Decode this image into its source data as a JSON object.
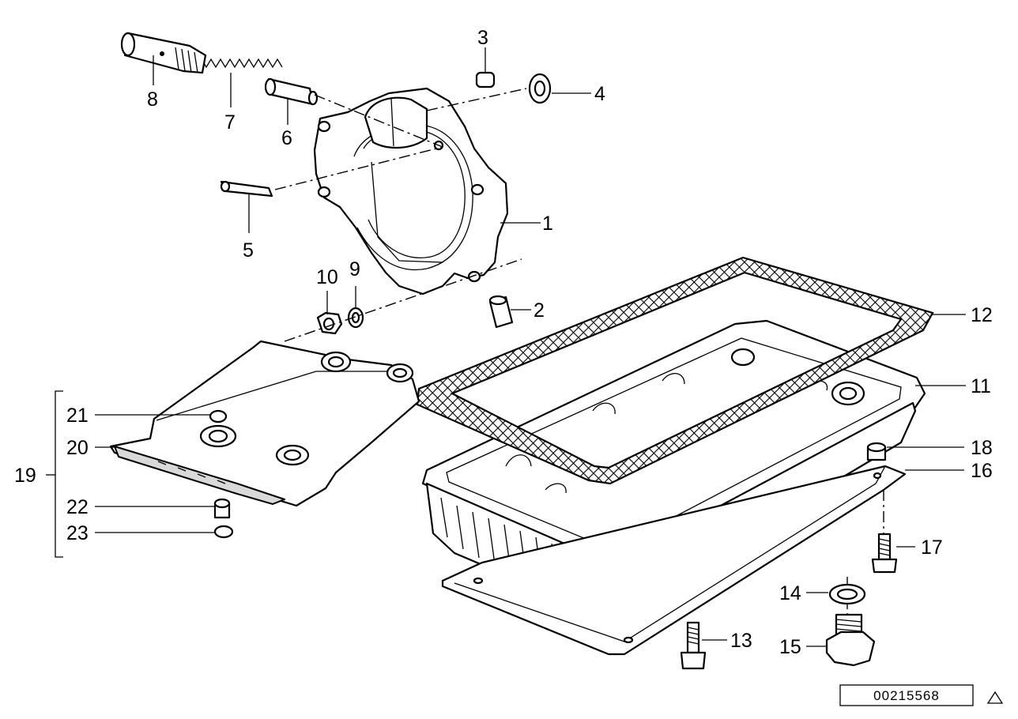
{
  "callouts": [
    {
      "id": "1",
      "label": "1"
    },
    {
      "id": "2",
      "label": "2"
    },
    {
      "id": "3",
      "label": "3"
    },
    {
      "id": "4",
      "label": "4"
    },
    {
      "id": "5",
      "label": "5"
    },
    {
      "id": "6",
      "label": "6"
    },
    {
      "id": "7",
      "label": "7"
    },
    {
      "id": "8",
      "label": "8"
    },
    {
      "id": "9",
      "label": "9"
    },
    {
      "id": "10",
      "label": "10"
    },
    {
      "id": "11",
      "label": "11"
    },
    {
      "id": "12",
      "label": "12"
    },
    {
      "id": "13",
      "label": "13"
    },
    {
      "id": "14",
      "label": "14"
    },
    {
      "id": "15",
      "label": "15"
    },
    {
      "id": "16",
      "label": "16"
    },
    {
      "id": "17",
      "label": "17"
    },
    {
      "id": "18",
      "label": "18"
    },
    {
      "id": "19",
      "label": "19"
    },
    {
      "id": "20",
      "label": "20"
    },
    {
      "id": "21",
      "label": "21"
    },
    {
      "id": "22",
      "label": "22"
    },
    {
      "id": "23",
      "label": "23"
    }
  ],
  "reference_number": "00215568",
  "corner_icon": "triangle-icon"
}
